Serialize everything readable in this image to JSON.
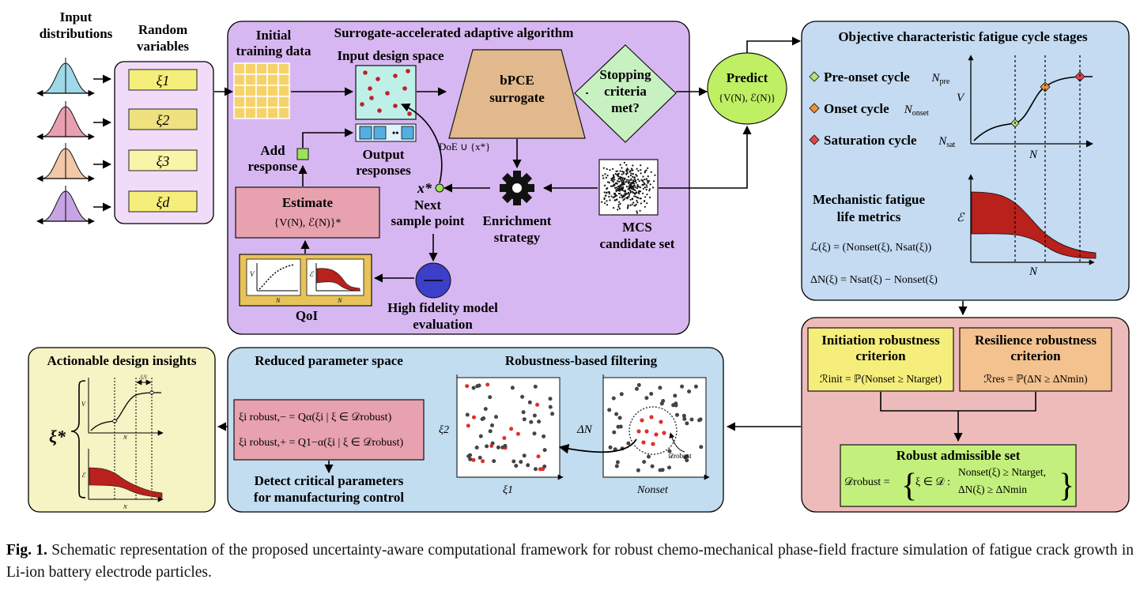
{
  "inputs": {
    "title_l1": "Input",
    "title_l2": "distributions",
    "rv_title_l1": "Random",
    "rv_title_l2": "variables",
    "rv": [
      "ξ1",
      "ξ2",
      "ξ3",
      "ξd"
    ],
    "dist_colors": [
      "#9fd8e6",
      "#e8a0b0",
      "#f2c8a8",
      "#c8a4e4"
    ]
  },
  "algorithm": {
    "title": "Surrogate-accelerated adaptive algorithm",
    "initial_l1": "Initial",
    "initial_l2": "training data",
    "input_space": "Input design space",
    "output_l1": "Output",
    "output_l2": "responses",
    "bpce_l1": "bPCE",
    "bpce_l2": "surrogate",
    "stop_l1": "Stopping",
    "stop_l2": "criteria",
    "stop_l3": "met?",
    "doe": "DoE ∪ {x*}",
    "add_l1": "Add",
    "add_l2": "response",
    "estimate": "Estimate",
    "estimate_expr": "{V(N), ℰ(N)}*",
    "x_star": "x*",
    "next_l1": "Next",
    "next_l2": "sample point",
    "enrich_l1": "Enrichment",
    "enrich_l2": "strategy",
    "mcs_l1": "MCS",
    "mcs_l2": "candidate set",
    "hf_l1": "High fidelity model",
    "hf_l2": "evaluation",
    "qoi": "QoI"
  },
  "predict": {
    "title": "Predict",
    "expr": "{V(N), ℰ(N)}"
  },
  "stages": {
    "title": "Objective characteristic fatigue cycle stages",
    "items": [
      {
        "label": "Pre-onset cycle",
        "sym": "N",
        "sub": "pre",
        "color": "#b8e07a"
      },
      {
        "label": "Onset cycle",
        "sym": "N",
        "sub": "onset",
        "color": "#e8923a"
      },
      {
        "label": "Saturation cycle",
        "sym": "N",
        "sub": "sat",
        "color": "#e0454a"
      }
    ],
    "v_axis": "V",
    "n_axis": "N",
    "e_axis": "ℰ",
    "metrics_l1": "Mechanistic fatigue",
    "metrics_l2": "life metrics",
    "eq1": "ℒ(ξ) = (Nonset(ξ), Nsat(ξ))",
    "eq2": "ΔN(ξ) = Nsat(ξ) − Nonset(ξ)"
  },
  "robust": {
    "init_l1": "Initiation robustness",
    "init_l2": "criterion",
    "init_eq": "ℛinit = ℙ(Nonset ≥ Ntarget)",
    "res_l1": "Resilience robustness",
    "res_l2": "criterion",
    "res_eq": "ℛres = ℙ(ΔN ≥ ΔNmin)",
    "set_title": "Robust admissible set",
    "set_lhs": "𝒟robust =",
    "set_mid": "ξ ∈ 𝒟 :",
    "set_c1": "Nonset(ξ) ≥ Ntarget,",
    "set_c2": "ΔN(ξ) ≥ ΔNmin"
  },
  "reduced": {
    "title": "Reduced parameter space",
    "filter_title": "Robustness-based filtering",
    "eq_minus": "ξi robust,− = Qα(ξi | ξ ∈ 𝒟robust)",
    "eq_plus": "ξi robust,+ = Q1−α(ξi | ξ ∈ 𝒟robust)",
    "detect_l1": "Detect critical parameters",
    "detect_l2": "for manufacturing control",
    "xi1": "ξ1",
    "xi2": "ξ2",
    "delta_n": "ΔN",
    "n_onset": "Nonset",
    "d_robust": "𝒟robust"
  },
  "insights": {
    "title": "Actionable design insights",
    "xi_star": "ξ*",
    "delta_n": "ΔN",
    "v": "V",
    "n": "N",
    "e": "ℰ"
  },
  "caption": {
    "label": "Fig. 1.",
    "text": " Schematic representation of the proposed uncertainty-aware computational framework for robust chemo-mechanical phase-field fracture simulation of fatigue crack growth in Li-ion battery electrode particles."
  }
}
